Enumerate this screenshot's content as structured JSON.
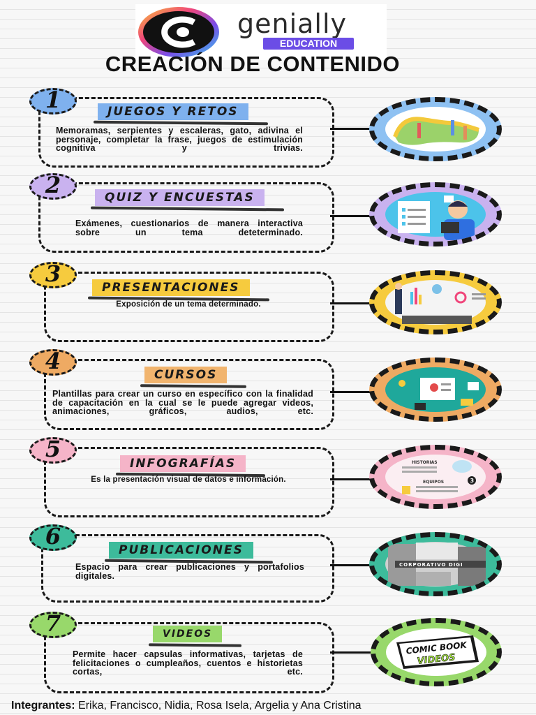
{
  "brand": {
    "name": "genially",
    "sub": "EDUCATION"
  },
  "title": "CREACIÓN DE CONTENIDO",
  "sections": [
    {
      "number": "1",
      "label": "JUEGOS Y RETOS",
      "text": "Memoramas, serpientes y escaleras, gato, adivina el personaje, completar la frase, juegos de estimulación cognitiva y trivias.",
      "image": "board-game-illustration",
      "numColor": "#7fb1ee",
      "pillColor": "#7fb1ee",
      "ringColor": "#8ec1f2"
    },
    {
      "number": "2",
      "label": "QUIZ Y ENCUESTAS",
      "text": "Exámenes, cuestionarios de manera interactiva sobre un tema deteterminado.",
      "image": "quiz-student-illustration",
      "numColor": "#c9b2ef",
      "pillColor": "#c9b2ef",
      "ringColor": "#c9b2ef"
    },
    {
      "number": "3",
      "label": "PRESENTACIONES",
      "text": "Exposición de un tema determinado.",
      "image": "presentation-illustration",
      "numColor": "#f6cb3e",
      "pillColor": "#f6cb3e",
      "ringColor": "#f6cb3e"
    },
    {
      "number": "4",
      "label": "CURSOS",
      "text": "Plantillas para crear un curso en específico con la finalidad de capacitación en la cual se le puede agregar videos, animaciones, gráficos, audios, etc.",
      "image": "course-illustration",
      "numColor": "#eeaa63",
      "pillColor": "#f1b46e",
      "ringColor": "#eeaa63"
    },
    {
      "number": "5",
      "label": "INFOGRAFÍAS",
      "text": "Es la presentación visual de datos e información.",
      "image": "infographic-illustration",
      "numColor": "#f5b4c8",
      "pillColor": "#f5b4c8",
      "ringColor": "#f5b4c8",
      "imageText": {
        "heading1": "HISTORIAS",
        "heading2": "EQUIPOS",
        "badge": "3"
      }
    },
    {
      "number": "6",
      "label": "PUBLICACIONES",
      "text": "Espacio para crear publicaciones y portafolios digitales.",
      "image": "corporate-portfolio-illustration",
      "numColor": "#3dbb9b",
      "pillColor": "#3dbb9b",
      "ringColor": "#3dbb9b",
      "imageText": {
        "caption": "CORPORATIVO DIGI"
      }
    },
    {
      "number": "7",
      "label": "VIDEOS",
      "text": "Permite hacer capsulas informativas, tarjetas de felicitaciones o cumpleaños, cuentos e historietas cortas, etc.",
      "image": "comic-book-videos-illustration",
      "numColor": "#98d86b",
      "pillColor": "#98d86b",
      "ringColor": "#98d86b",
      "imageText": {
        "line1": "COMIC BOOK",
        "line2": "VIDEOS"
      }
    }
  ],
  "footer": {
    "label": "Integrantes:",
    "members": "Erika, Francisco, Nidia, Rosa Isela, Argelia y Ana Cristina"
  }
}
